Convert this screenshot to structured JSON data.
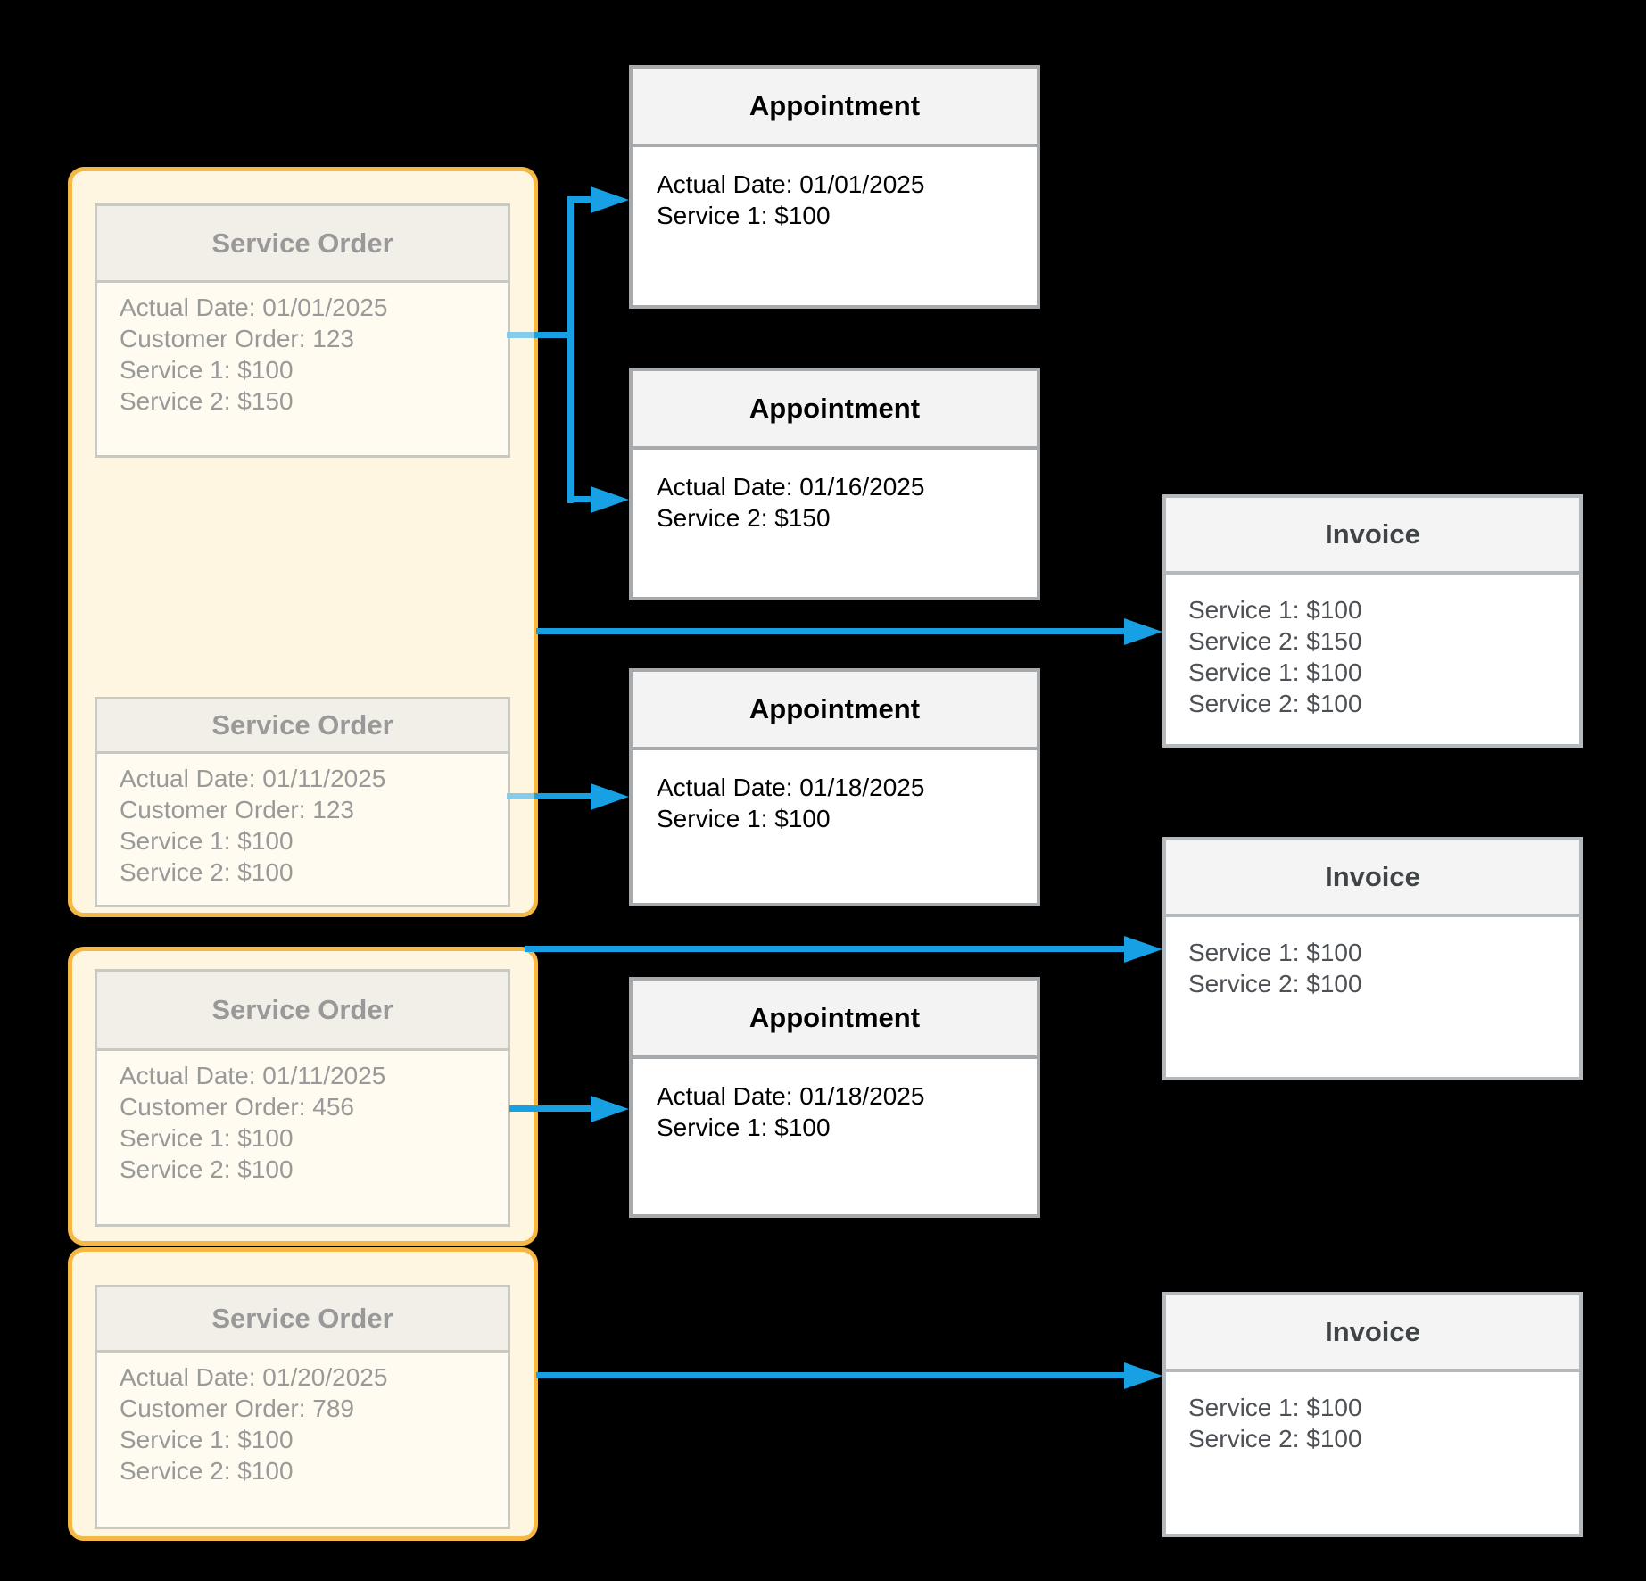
{
  "containers": [
    {
      "orders": [
        {
          "title": "Service Order",
          "lines": [
            "Actual Date: 01/01/2025",
            "Customer Order: 123",
            "Service 1: $100",
            "Service 2: $150"
          ]
        },
        {
          "title": "Service Order",
          "lines": [
            "Actual Date: 01/11/2025",
            "Customer Order: 123",
            "Service 1: $100",
            "Service 2: $100"
          ]
        }
      ]
    },
    {
      "orders": [
        {
          "title": "Service Order",
          "lines": [
            "Actual Date: 01/11/2025",
            "Customer Order: 456",
            "Service 1: $100",
            "Service 2: $100"
          ]
        }
      ]
    },
    {
      "orders": [
        {
          "title": "Service Order",
          "lines": [
            "Actual Date: 01/20/2025",
            "Customer Order: 789",
            "Service 1: $100",
            "Service 2: $100"
          ]
        }
      ]
    }
  ],
  "appointments": [
    {
      "title": "Appointment",
      "lines": [
        "Actual Date: 01/01/2025",
        "Service 1: $100"
      ]
    },
    {
      "title": "Appointment",
      "lines": [
        "Actual Date: 01/16/2025",
        "Service 2: $150"
      ]
    },
    {
      "title": "Appointment",
      "lines": [
        "Actual Date: 01/18/2025",
        "Service 1: $100"
      ]
    },
    {
      "title": "Appointment",
      "lines": [
        "Actual Date: 01/18/2025",
        "Service 1: $100"
      ]
    }
  ],
  "invoices": [
    {
      "title": "Invoice",
      "lines": [
        "Service 1: $100",
        "Service 2: $150",
        "Service 1: $100",
        "Service 2: $100"
      ]
    },
    {
      "title": "Invoice",
      "lines": [
        "Service 1: $100",
        "Service 2: $100"
      ]
    },
    {
      "title": "Invoice",
      "lines": [
        "Service 1: $100",
        "Service 2: $100"
      ]
    }
  ],
  "colors": {
    "background": "#000000",
    "arrow_blue": "#17A0E4",
    "arrow_light": "#85CCEA",
    "group_border": "#F6B844",
    "group_fill": "#FFF6E2",
    "so_fill": "#FFFBF1",
    "so_border": "#C9C9C2",
    "so_header": "#F1EFE7",
    "so_text": "#999999",
    "appt_border": "#A6AAAD",
    "appt_header": "#F3F3F3",
    "appt_text": "#000000",
    "inv_border": "#B3B9BD",
    "inv_header": "#F4F4F4",
    "inv_title": "#3F4447",
    "inv_text": "#4D5156"
  }
}
